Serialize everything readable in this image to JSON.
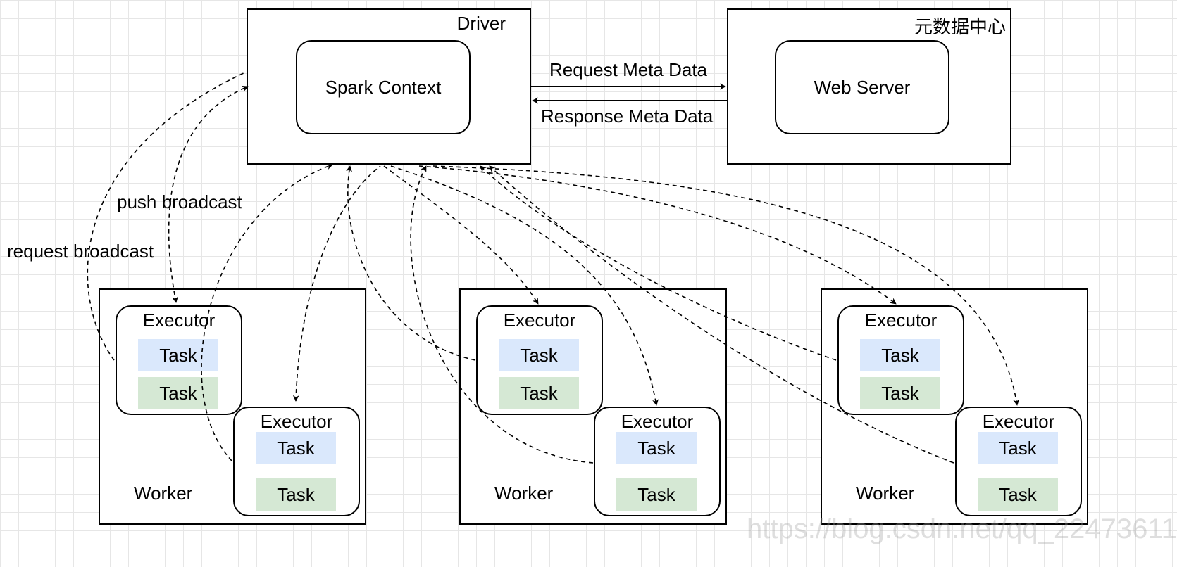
{
  "driver": {
    "title": "Driver",
    "context_label": "Spark Context"
  },
  "metadata_center": {
    "title": "元数据中心",
    "server_label": "Web Server"
  },
  "links": {
    "request_meta": "Request Meta Data",
    "response_meta": "Response Meta Data"
  },
  "broadcast": {
    "push_label": "push broadcast",
    "request_label": "request broadcast"
  },
  "workers": [
    {
      "label": "Worker",
      "executors": [
        {
          "title": "Executor",
          "tasks": [
            "Task",
            "Task"
          ]
        },
        {
          "title": "Executor",
          "tasks": [
            "Task",
            "Task"
          ]
        }
      ]
    },
    {
      "label": "Worker",
      "executors": [
        {
          "title": "Executor",
          "tasks": [
            "Task",
            "Task"
          ]
        },
        {
          "title": "Executor",
          "tasks": [
            "Task",
            "Task"
          ]
        }
      ]
    },
    {
      "label": "Worker",
      "executors": [
        {
          "title": "Executor",
          "tasks": [
            "Task",
            "Task"
          ]
        },
        {
          "title": "Executor",
          "tasks": [
            "Task",
            "Task"
          ]
        }
      ]
    }
  ],
  "watermark": "https://blog.csdn.net/qq_22473611",
  "colors": {
    "task_blue": "#dae8fc",
    "task_green": "#d5e8d4",
    "grid": "#e6e6e6",
    "stroke": "#000000"
  }
}
